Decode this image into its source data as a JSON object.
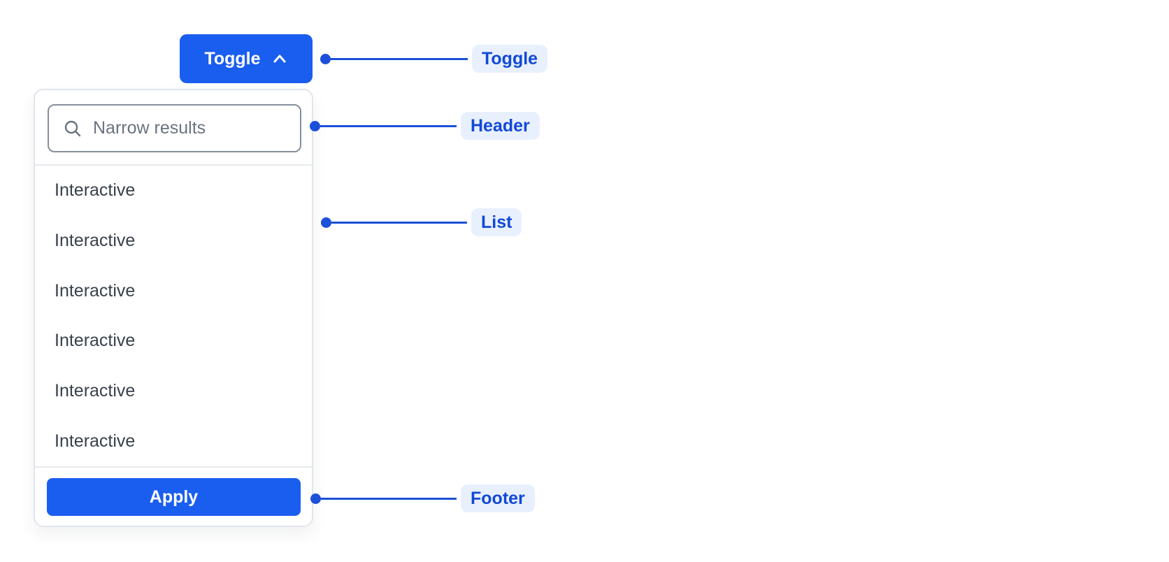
{
  "toggle_button": {
    "label": "Toggle",
    "icon": "chevron-up-icon"
  },
  "dropdown": {
    "header": {
      "search_placeholder": "Narrow results",
      "icon": "search-icon"
    },
    "list": {
      "items": [
        "Interactive",
        "Interactive",
        "Interactive",
        "Interactive",
        "Interactive",
        "Interactive"
      ]
    },
    "footer": {
      "apply_label": "Apply"
    }
  },
  "annotations": [
    {
      "label": "Toggle"
    },
    {
      "label": "Header"
    },
    {
      "label": "List"
    },
    {
      "label": "Footer"
    }
  ],
  "colors": {
    "primary_blue": "#1A5EF0",
    "annotation_line_blue": "#1C50D8",
    "annotation_pill_bg": "#E9F0FD",
    "annotation_text_blue": "#1149D6",
    "item_text": "#39414C",
    "placeholder_gray": "#6A7380",
    "input_border_gray": "#868F9B",
    "panel_border_gray": "#E2E5EA"
  }
}
